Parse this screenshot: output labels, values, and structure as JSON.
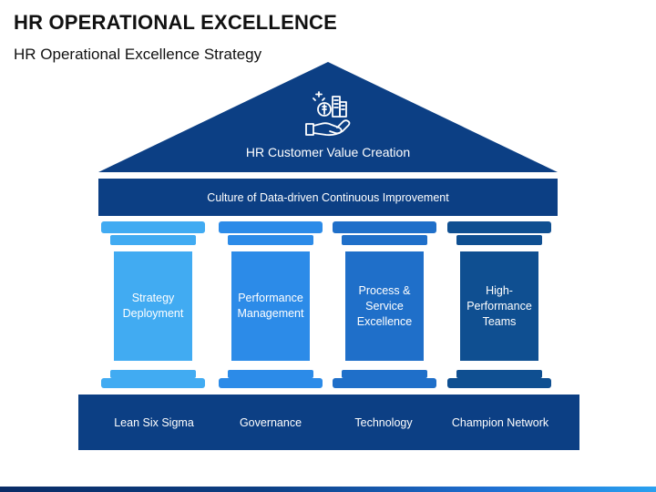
{
  "header": {
    "title": "HR OPERATIONAL EXCELLENCE",
    "subtitle": "HR Operational Excellence Strategy"
  },
  "roof": {
    "label": "HR Customer Value Creation",
    "icon": "hand-money-building-icon",
    "color": "#0c3f84"
  },
  "beam": {
    "label": "Culture of Data-driven Continuous Improvement"
  },
  "pillars": [
    {
      "label": "Strategy Deployment",
      "color": "#41abf2"
    },
    {
      "label": "Performance Management",
      "color": "#2c8be8"
    },
    {
      "label": "Process & Service Excellence",
      "color": "#1f6fc9"
    },
    {
      "label": "High-Performance Teams",
      "color": "#0f4f91"
    }
  ],
  "foundation": {
    "items": [
      "Lean Six Sigma",
      "Governance",
      "Technology",
      "Champion Network"
    ]
  }
}
